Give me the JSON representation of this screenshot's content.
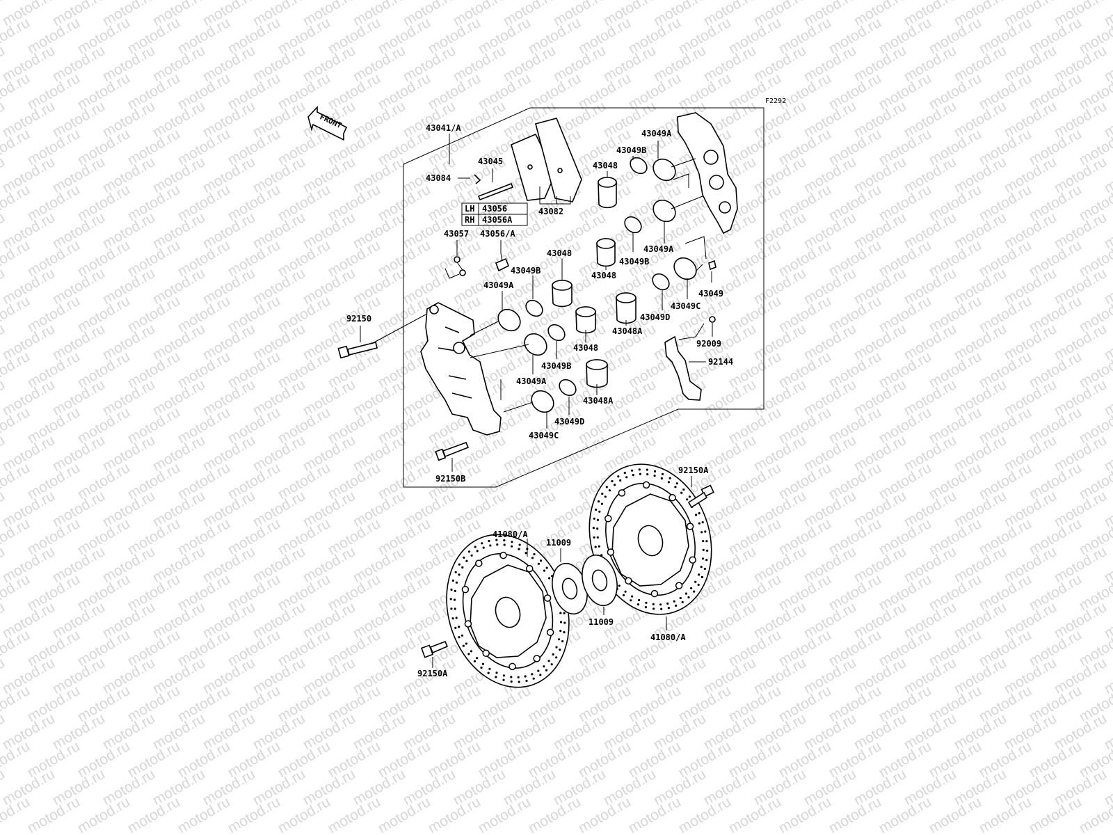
{
  "diagram_code": "F2292",
  "watermark": "motod.ru",
  "front_arrow_label": "FRONT",
  "side_table": [
    {
      "side": "LH",
      "part": "43056"
    },
    {
      "side": "RH",
      "part": "43056A"
    }
  ],
  "parts": {
    "p43041a": "43041/A",
    "p43045": "43045",
    "p43084": "43084",
    "p43082": "43082",
    "p43057": "43057",
    "p43056a": "43056/A",
    "p92150": "92150",
    "p92150b": "92150B",
    "p92150a_top": "92150A",
    "p92150a_bottom": "92150A",
    "p43048_1": "43048",
    "p43048_2": "43048",
    "p43048_3": "43048",
    "p43048_4": "43048",
    "p43048a_1": "43048A",
    "p43048a_2": "43048A",
    "p43049": "43049",
    "p43049a_1": "43049A",
    "p43049a_2": "43049A",
    "p43049a_3": "43049A",
    "p43049a_4": "43049A",
    "p43049b_1": "43049B",
    "p43049b_2": "43049B",
    "p43049b_3": "43049B",
    "p43049b_4": "43049B",
    "p43049c_1": "43049C",
    "p43049c_2": "43049C",
    "p43049d_1": "43049D",
    "p43049d_2": "43049D",
    "p92009": "92009",
    "p92144": "92144",
    "p41080a_left": "41080/A",
    "p41080a_right": "41080/A",
    "p11009_1": "11009",
    "p11009_2": "11009"
  }
}
